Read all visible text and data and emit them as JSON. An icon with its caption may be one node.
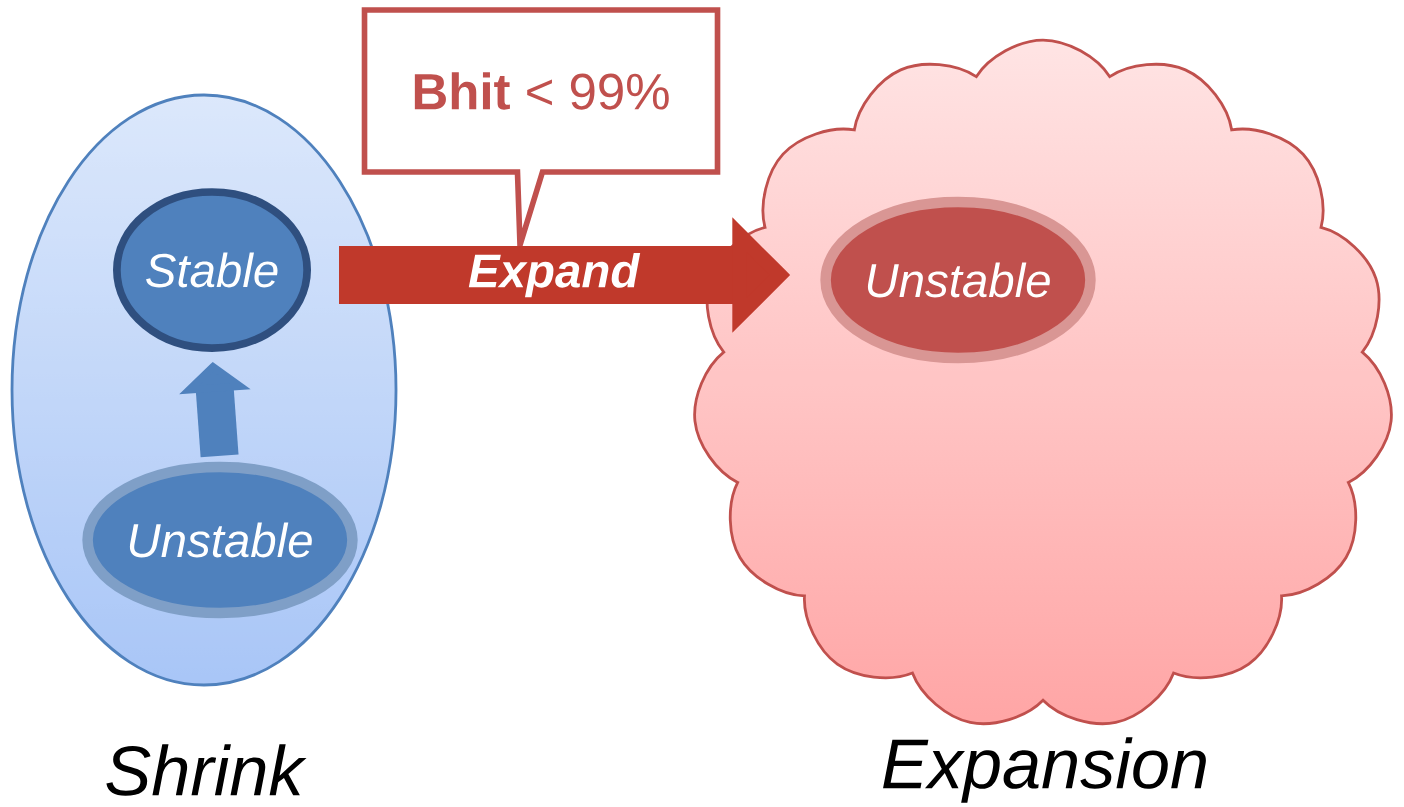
{
  "diagram": {
    "nodes": [
      {
        "text": [
          "Shrink"
        ]
      },
      {
        "text": [
          "Stable"
        ],
        "in": 0
      },
      {
        "text": [
          "Unstable"
        ],
        "in": 0
      },
      {
        "text": [
          "Expansion"
        ]
      },
      {
        "text": [
          "Unstable"
        ],
        "in": 3
      },
      {
        "text": [
          "**Bhit** < 99%"
        ]
      }
    ],
    "edges": [
      {
        "from": 2,
        "to": 1,
        "arrow": "to",
        "color": "#4f81bd"
      },
      {
        "from": 1,
        "to": 4,
        "arrow": "to",
        "color": "#c0392b",
        "label": "Expand"
      }
    ]
  }
}
